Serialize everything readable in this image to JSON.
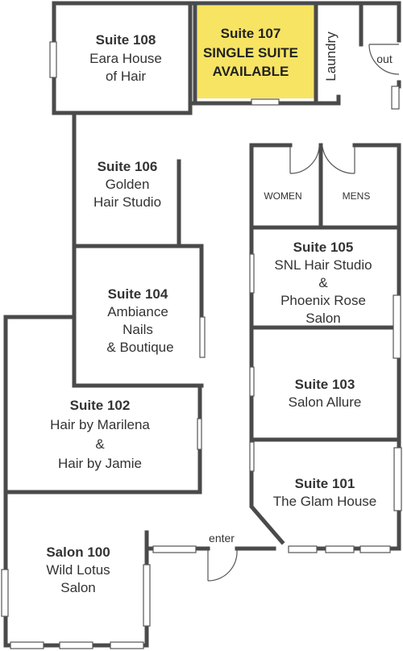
{
  "colors": {
    "highlight": "#f7e463",
    "wall": "#4a4a4a"
  },
  "suite_108": {
    "title": "Suite 108",
    "line1": "Eara House",
    "line2": "of Hair"
  },
  "suite_107": {
    "title": "Suite 107",
    "line1": "SINGLE SUITE",
    "line2": "AVAILABLE"
  },
  "laundry": "Laundry",
  "out": "out",
  "suite_106": {
    "title": "Suite 106",
    "line1": "Golden",
    "line2": "Hair Studio"
  },
  "women": "WOMEN",
  "mens": "MENS",
  "suite_105": {
    "title": "Suite 105",
    "line1": "SNL Hair Studio",
    "line2": "&",
    "line3": "Phoenix Rose",
    "line4": "Salon"
  },
  "suite_104": {
    "title": "Suite 104",
    "line1": "Ambiance",
    "line2": "Nails",
    "line3": "& Boutique"
  },
  "suite_103": {
    "title": "Suite 103",
    "line1": "Salon Allure"
  },
  "suite_102": {
    "title": "Suite 102",
    "line1": "Hair by Marilena",
    "line2": "&",
    "line3": "Hair by Jamie"
  },
  "suite_101": {
    "title": "Suite 101",
    "line1": "The Glam House"
  },
  "enter": "enter",
  "salon_100": {
    "title": "Salon 100",
    "line1": "Wild Lotus",
    "line2": "Salon"
  }
}
